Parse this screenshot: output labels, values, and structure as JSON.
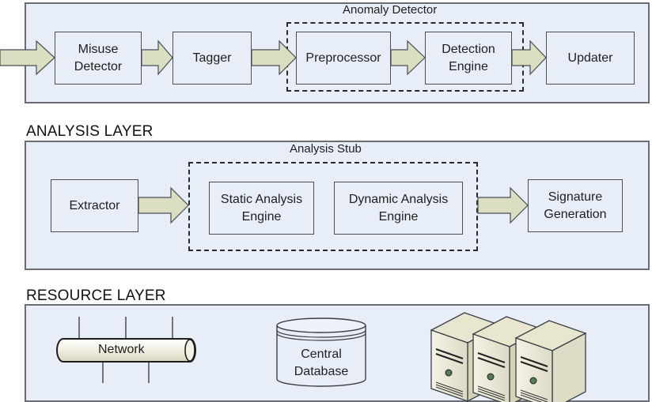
{
  "detection_layer": {
    "boxes": [
      {
        "id": "misuse-detector",
        "label": "Misuse\nDetector"
      },
      {
        "id": "tagger",
        "label": "Tagger"
      },
      {
        "id": "preprocessor",
        "label": "Preprocessor"
      },
      {
        "id": "detection-engine",
        "label": "Detection\nEngine"
      },
      {
        "id": "updater",
        "label": "Updater"
      }
    ],
    "group_label": "Anomaly Detector"
  },
  "analysis_layer": {
    "title": "ANALYSIS LAYER",
    "group_label": "Analysis Stub",
    "boxes": [
      {
        "id": "extractor",
        "label": "Extractor"
      },
      {
        "id": "static-analysis-engine",
        "label": "Static Analysis\nEngine"
      },
      {
        "id": "dynamic-analysis-engine",
        "label": "Dynamic Analysis\nEngine"
      },
      {
        "id": "signature-generation",
        "label": "Signature\nGeneration"
      }
    ]
  },
  "resource_layer": {
    "title": "RESOURCE LAYER",
    "network_label": "Network",
    "database_label": "Central\nDatabase"
  },
  "colors": {
    "layer_fill": "#e8eef8",
    "arrow_fill": "#d9dfc0",
    "device_fill": "#eeedd8"
  }
}
